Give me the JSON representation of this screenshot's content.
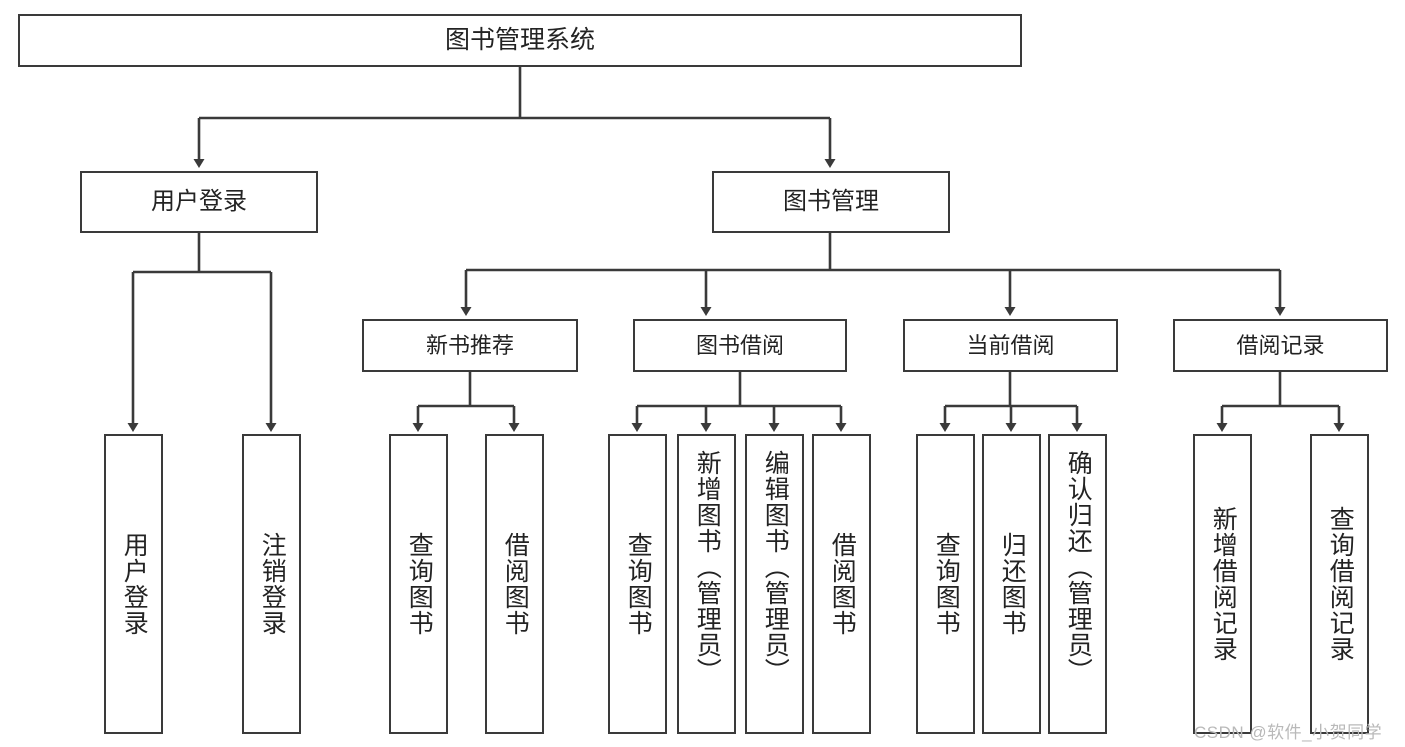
{
  "diagram": {
    "title": "图书管理系统",
    "type": "tree-hierarchy",
    "root": {
      "label": "图书管理系统"
    },
    "level1": [
      {
        "label": "用户登录"
      },
      {
        "label": "图书管理"
      }
    ],
    "level2": [
      {
        "label": "新书推荐"
      },
      {
        "label": "图书借阅"
      },
      {
        "label": "当前借阅"
      },
      {
        "label": "借阅记录"
      }
    ],
    "leaves": {
      "user_login": [
        {
          "label": "用户登录"
        },
        {
          "label": "注销登录"
        }
      ],
      "new_book_recommend": [
        {
          "label": "查询图书"
        },
        {
          "label": "借阅图书"
        }
      ],
      "book_borrow": [
        {
          "label": "查询图书"
        },
        {
          "label": "新增图书（管理员）"
        },
        {
          "label": "编辑图书（管理员）"
        },
        {
          "label": "借阅图书"
        }
      ],
      "current_borrow": [
        {
          "label": "查询图书"
        },
        {
          "label": "归还图书"
        },
        {
          "label": "确认归还（管理员）"
        }
      ],
      "borrow_record": [
        {
          "label": "新增借阅记录"
        },
        {
          "label": "查询借阅记录"
        }
      ]
    }
  },
  "watermark": {
    "text": "CSDN @软件_小贺同学"
  },
  "colors": {
    "stroke": "#3a3a3a",
    "fill": "#ffffff",
    "text": "#232323",
    "watermark": "#b9b9b9"
  }
}
